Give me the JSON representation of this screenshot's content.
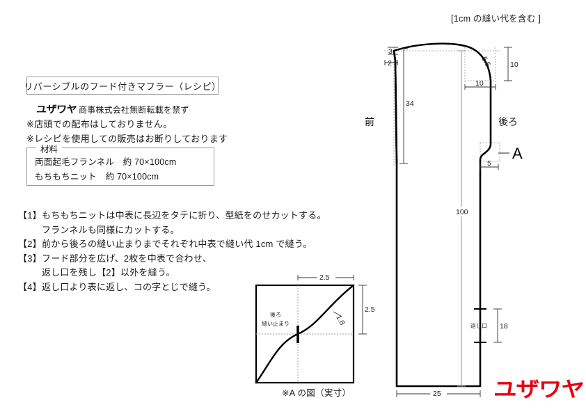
{
  "header": {
    "seam_note": "[1cm の縫い代を含む ]"
  },
  "title": {
    "text": "リバーシブルのフード付きマフラー（レシピ）"
  },
  "brand": {
    "logo_text": "ユザワヤ",
    "copyright_text": "商事株式会社無断転載を禁ず"
  },
  "notices": [
    "※店頭での配布はしておりません。",
    "※レシピを使用しての販売はお断りしております"
  ],
  "materials": {
    "legend": "材料",
    "items": [
      "両面起毛フランネル　約 70×100cm",
      "もちもちニット　約 70×100cm"
    ]
  },
  "steps": [
    {
      "num": "【1】",
      "line1": "もちもちニットは中表に長辺をタテに折り、型紙をのせカットする。",
      "line2": "フランネルも同様にカットする。"
    },
    {
      "num": "【2】",
      "line1": "前から後ろの縫い止まりまでそれぞれ中表で縫い代 1cm で縫う。",
      "line2": ""
    },
    {
      "num": "【3】",
      "line1": "フード部分を広げ、2枚を中表で合わせ、",
      "line2": "返し口を残し【2】以外を縫う。"
    },
    {
      "num": "【4】",
      "line1": "返し口より表に返し、コの字とじで縫う。",
      "line2": ""
    }
  ],
  "pattern": {
    "label_front": "前",
    "label_back": "後ろ",
    "label_a": "A",
    "label_opening": "返し口",
    "dims": {
      "top_left_3": "3",
      "top_left_2": "2",
      "height_34": "34",
      "corner_55": "5.5",
      "right_10_v": "10",
      "right_10_h": "10",
      "notch_5": "5",
      "total_100": "100",
      "opening_18": "18",
      "bottom_25": "25"
    }
  },
  "detail": {
    "caption": "※A の図（実寸）",
    "label_back_stop_line1": "後ろ",
    "label_back_stop_line2": "縫い止まり",
    "dims": {
      "width_25": "2.5",
      "height_25": "2.5",
      "diagonal_18": "1.8"
    }
  },
  "logo": {
    "text": "ユザワヤ",
    "color": "#e60012"
  }
}
